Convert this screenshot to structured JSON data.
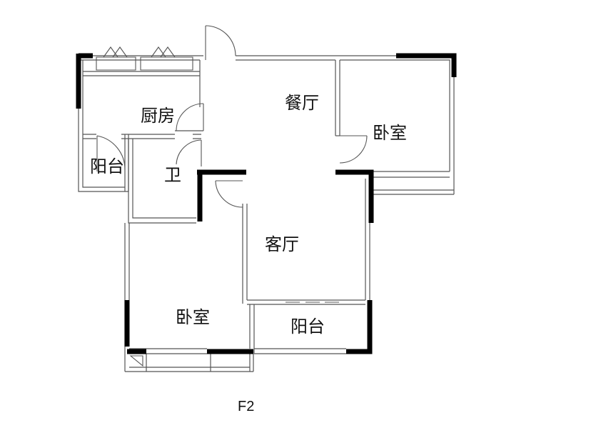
{
  "rooms": {
    "kitchen": "厨房",
    "dining": "餐厅",
    "bedroom_right": "卧室",
    "balcony_left": "阳台",
    "bathroom": "卫",
    "living": "客厅",
    "bedroom_bottom": "卧室",
    "balcony_bottom": "阳台"
  },
  "caption": "F2"
}
